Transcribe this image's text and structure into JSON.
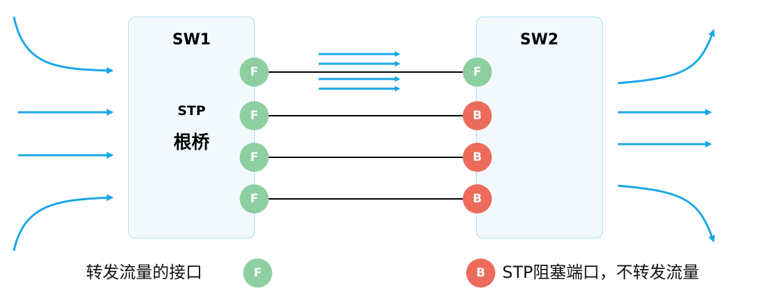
{
  "switches": {
    "sw1": {
      "title": "SW1",
      "label_line1": "STP",
      "label_line2": "根桥"
    },
    "sw2": {
      "title": "SW2"
    }
  },
  "ports": {
    "sw1": [
      "F",
      "F",
      "F",
      "F"
    ],
    "sw2": [
      "F",
      "B",
      "B",
      "B"
    ]
  },
  "legend": {
    "forward_text": "转发流量的接口",
    "forward_badge": "F",
    "blocked_badge": "B",
    "blocked_text": "STP阻塞端口，不转发流量"
  },
  "colors": {
    "forward": "#8dcfa0",
    "blocked": "#ed6b5b",
    "traffic_arrow": "#1aa7e8",
    "box_border": "#a9dff2",
    "box_fill": "#f2f9fd"
  }
}
